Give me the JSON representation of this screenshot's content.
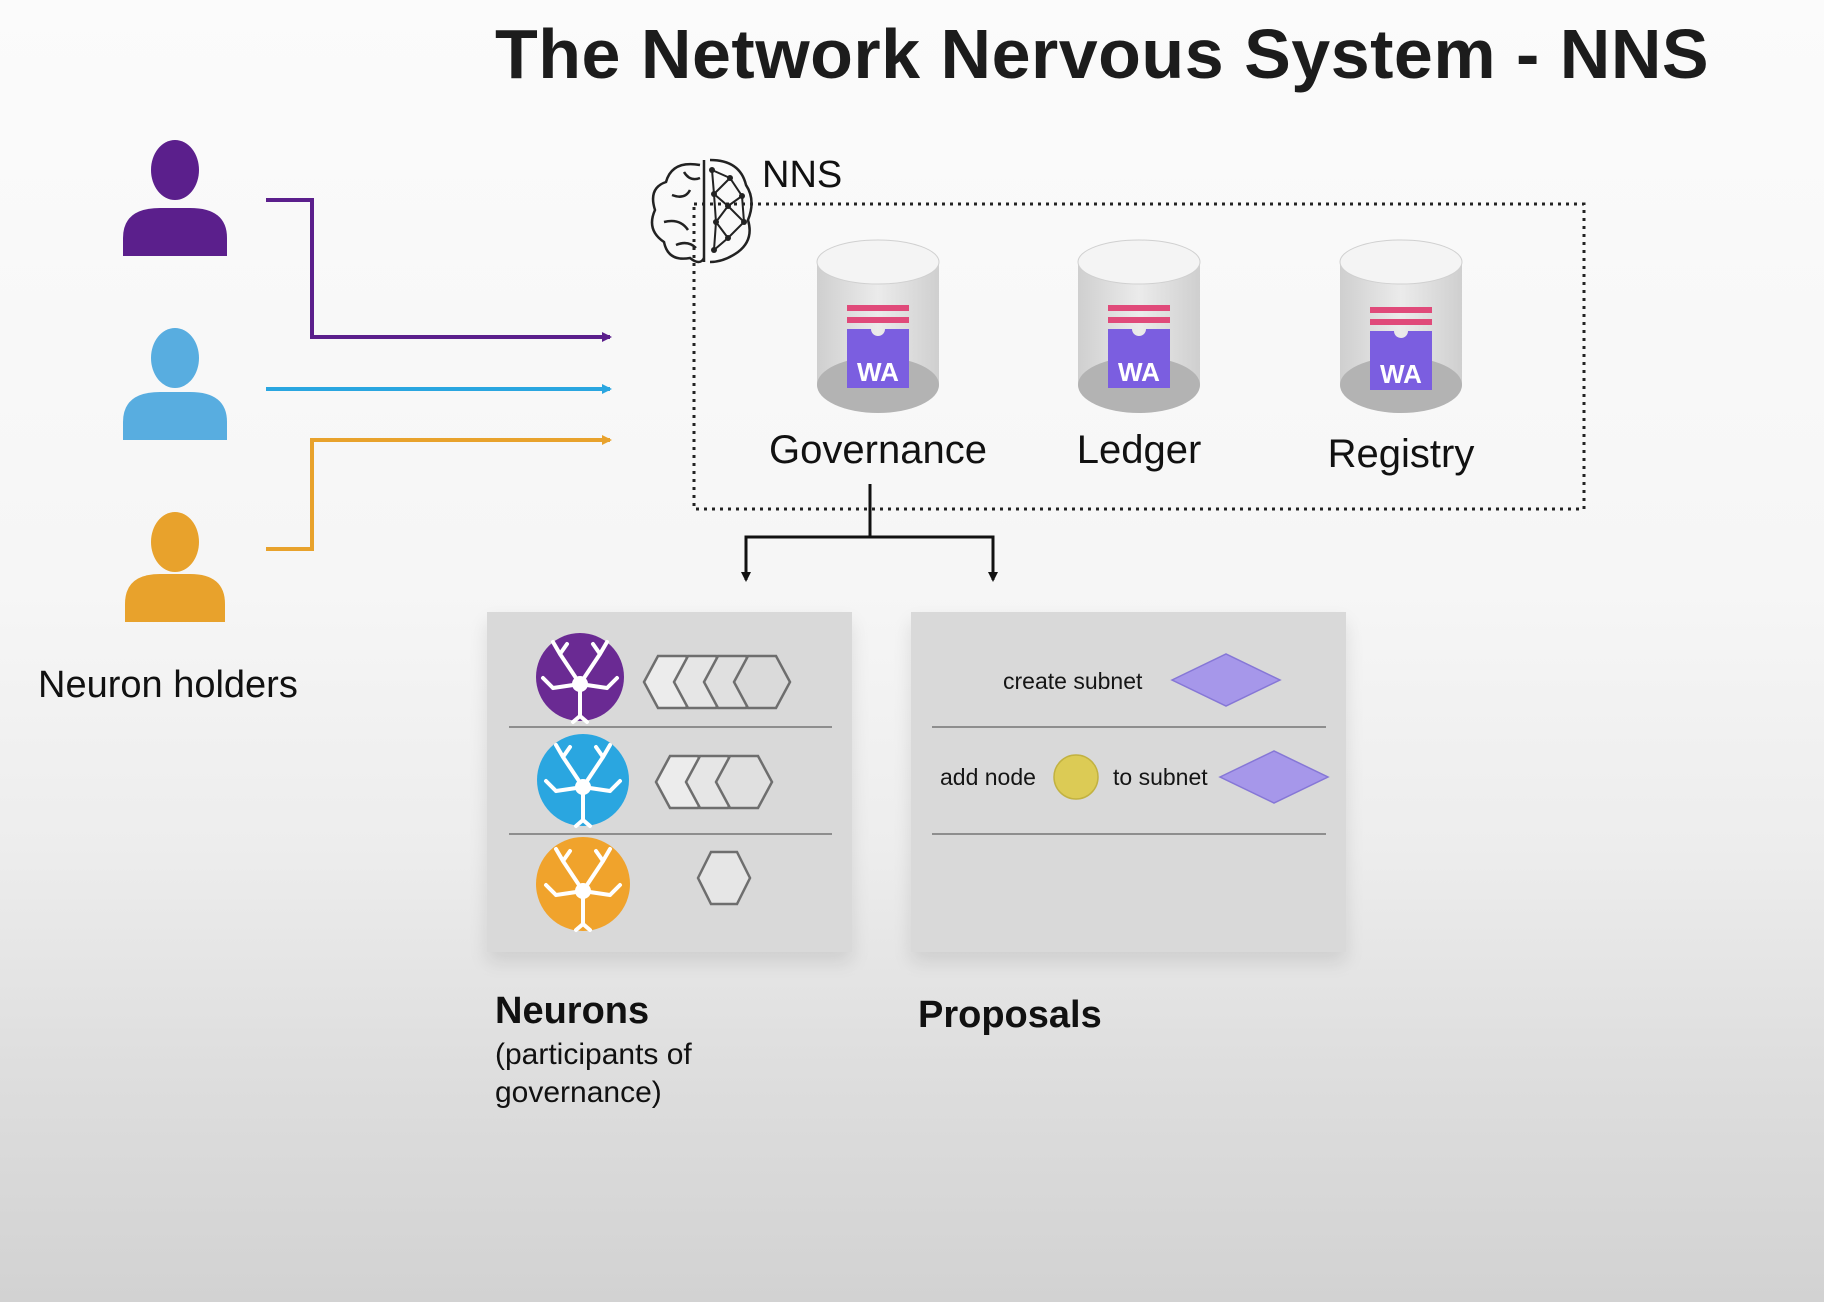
{
  "title": "The Network Nervous System - NNS",
  "holders": {
    "label": "Neuron holders",
    "colors": [
      "#5b1f8c",
      "#58ade0",
      "#e8a22c"
    ]
  },
  "nns": {
    "label": "NNS",
    "icon": "brain-network-icon",
    "canisters": [
      {
        "name": "Governance",
        "badge": "WA"
      },
      {
        "name": "Ledger",
        "badge": "WA"
      },
      {
        "name": "Registry",
        "badge": "WA"
      }
    ]
  },
  "neurons_panel": {
    "title": "Neurons",
    "subtitle_line1": "(participants of",
    "subtitle_line2": "governance)",
    "rows": [
      {
        "color": "#6a2a93",
        "hexagons": 4
      },
      {
        "color": "#2aa6e0",
        "hexagons": 3
      },
      {
        "color": "#f0a32c",
        "hexagons": 1
      }
    ]
  },
  "proposals_panel": {
    "title": "Proposals",
    "rows": [
      {
        "text1": "create subnet"
      },
      {
        "text1": "add node",
        "text2": "to subnet"
      }
    ]
  },
  "colors": {
    "wasm": "#7b5ee0",
    "stripe": "#e04a7a",
    "diamond": "#a697ea",
    "node": "#dccb55"
  }
}
